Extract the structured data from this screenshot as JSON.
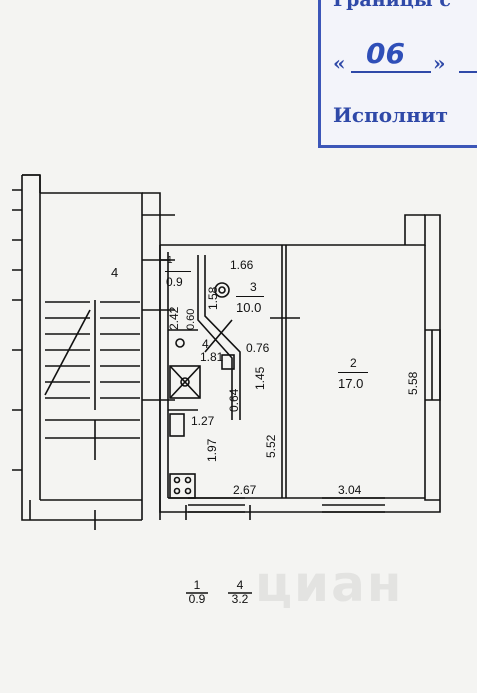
{
  "stamp": {
    "title": "Границы с",
    "date_quote_open": "«",
    "date_day": "06",
    "date_quote_close": "»",
    "executor_label": "Исполнит",
    "colors": {
      "ink": "#2f49a8"
    }
  },
  "plan": {
    "stair_label": "4",
    "rooms": [
      {
        "number": "1",
        "area": "0.9"
      },
      {
        "number": "3",
        "area": "10.0"
      },
      {
        "number": "4",
        "area": ""
      },
      {
        "number": "2",
        "area": "17.0"
      }
    ],
    "dimensions": {
      "d_166": "1.66",
      "d_158": "1.58",
      "d_060": "0.60",
      "d_242": "2.42",
      "d_181": "1.81",
      "d_076": "0.76",
      "d_064": "0.64",
      "d_145": "1.45",
      "d_127": "1.27",
      "d_197": "1.97",
      "d_552": "5.52",
      "d_558": "5.58",
      "d_267": "2.67",
      "d_304": "3.04"
    }
  },
  "legend": [
    {
      "number": "1",
      "area": "0.9"
    },
    {
      "number": "4",
      "area": "3.2"
    }
  ],
  "watermark": "циан"
}
